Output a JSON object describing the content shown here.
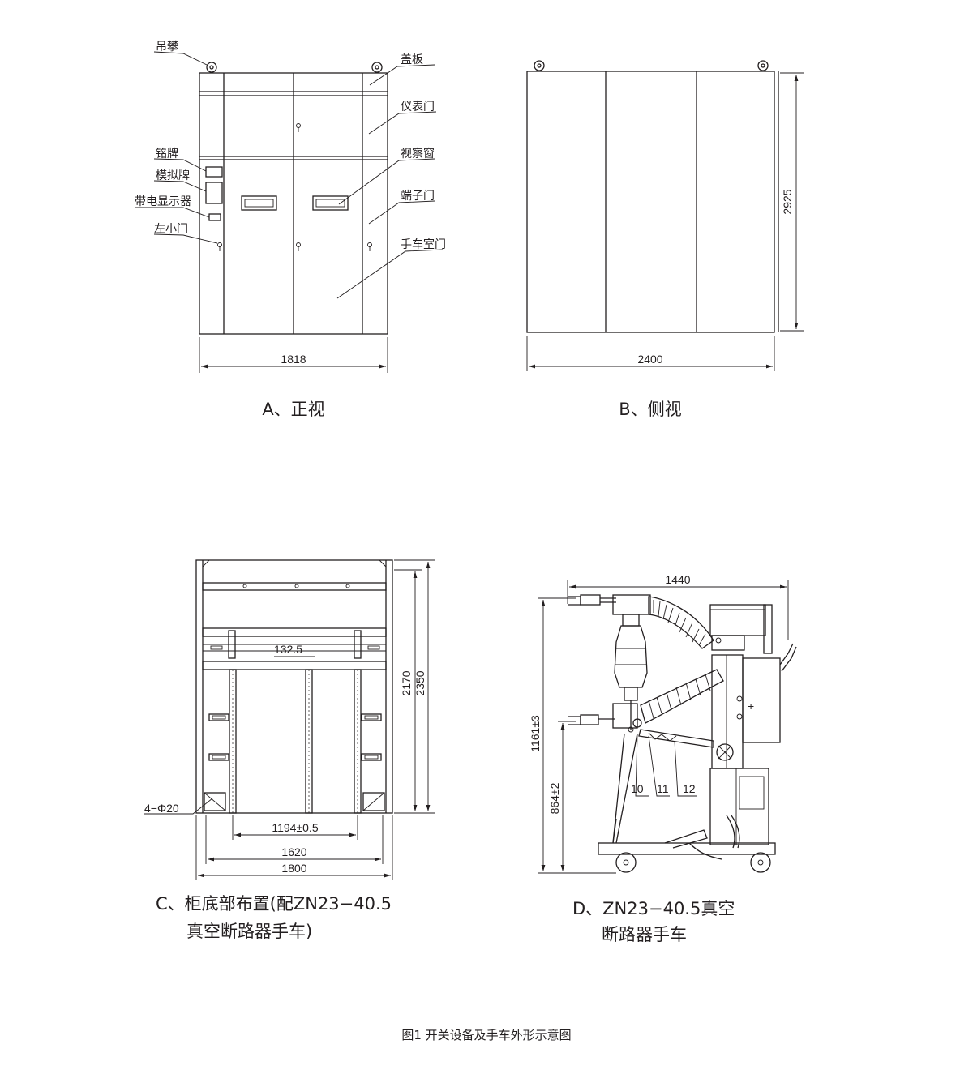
{
  "panel_a": {
    "callouts": {
      "hoist": "吊攀",
      "cover": "盖板",
      "meter_door": "仪表门",
      "nameplate": "铭牌",
      "mimic": "模拟牌",
      "live_indicator": "带电显示器",
      "left_small_door": "左小门",
      "view_window": "视察窗",
      "terminal_door": "端子门",
      "truck_door": "手车室门"
    },
    "width_dim": "1818",
    "caption": "A、正视"
  },
  "panel_b": {
    "height_dim": "2925",
    "width_dim": "2400",
    "caption": "B、侧视"
  },
  "panel_c": {
    "dim_132": "132.5",
    "dim_2170": "2170",
    "dim_2350": "2350",
    "dim_holes": "4−Φ20",
    "dim_1194": "1194±0.5",
    "dim_1620": "1620",
    "dim_1800": "1800",
    "caption_line1": "C、柜底部布置(配ZN23−40.5",
    "caption_line2": "真空断路器手车)"
  },
  "panel_d": {
    "dim_1440": "1440",
    "dim_1161": "1161±3",
    "dim_864": "864±2",
    "part_10": "10",
    "part_11": "11",
    "part_12": "12",
    "caption_line1": "D、ZN23−40.5真空",
    "caption_line2": "断路器手车"
  },
  "figure_title": "图1  开关设备及手车外形示意图"
}
